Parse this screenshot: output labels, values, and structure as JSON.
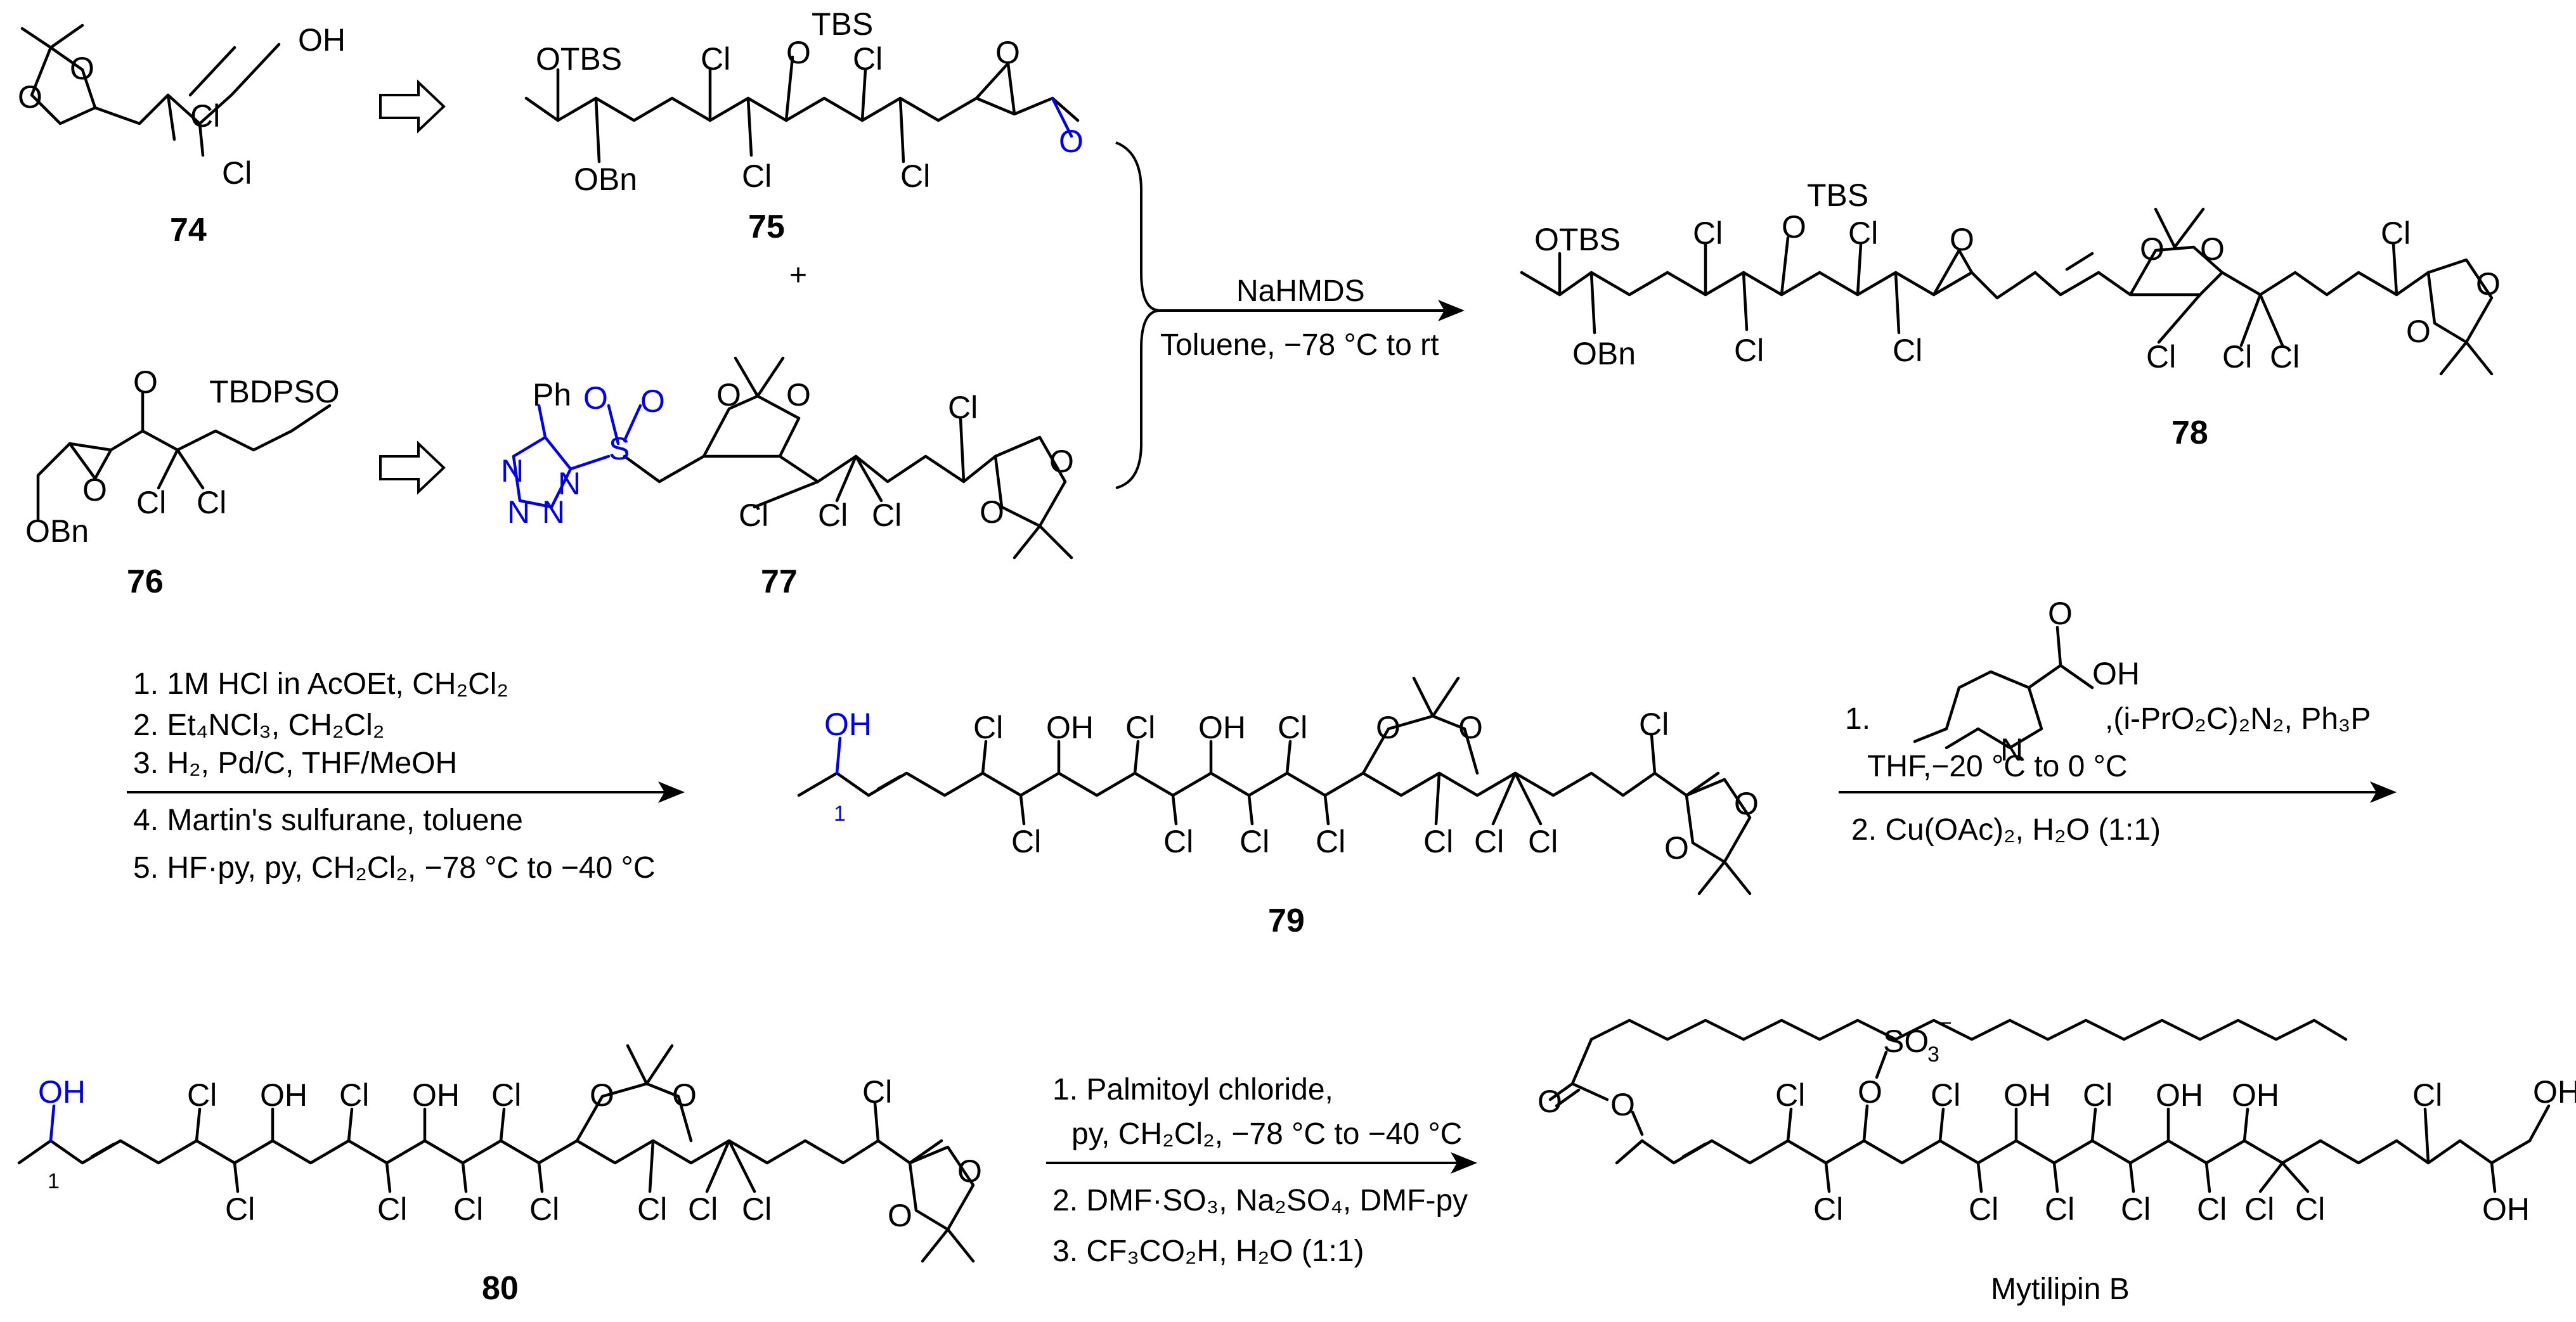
{
  "compounds": {
    "c74": "74",
    "c75": "75",
    "c76": "76",
    "c77": "77",
    "c78": "78",
    "c79": "79",
    "c80": "80",
    "final": "Mytilipin B"
  },
  "atoms": {
    "OH": "OH",
    "O": "O",
    "Cl": "Cl",
    "OTBS": "OTBS",
    "TBS": "TBS",
    "OBn": "OBn",
    "TBDPSO": "TBDPSO",
    "Ph": "Ph",
    "N": "N",
    "S": "S",
    "SO3": "SO",
    "plus": "+",
    "locant1": "1"
  },
  "step1": {
    "reagent": "NaHMDS",
    "conditions": "Toluene, −78 °C to rt"
  },
  "step2": {
    "line1": "1. 1M HCl in AcOEt, CH₂Cl₂",
    "line2": "2. Et₄NCl₃, CH₂Cl₂",
    "line3": "3. H₂, Pd/C, THF/MeOH",
    "line4": "4. Martin's sulfurane, toluene",
    "line5": "5. HF·py, py, CH₂Cl₂, −78 °C to −40 °C"
  },
  "step3": {
    "line1_num": "1.",
    "line1_reagents": ",(i-PrO₂C)₂N₂, Ph₃P",
    "line1b": "THF,−20 °C to 0 °C",
    "line2": "2. Cu(OAc)₂, H₂O (1:1)"
  },
  "step4": {
    "line1": "1. Palmitoyl chloride,",
    "line1b": "py, CH₂Cl₂, −78 °C to −40 °C",
    "line2": "2. DMF·SO₃, Na₂SO₄, DMF-py",
    "line3": "3. CF₃CO₂H, H₂O (1:1)"
  },
  "colors": {
    "ink": "#000000",
    "highlight": "#0000ee"
  }
}
